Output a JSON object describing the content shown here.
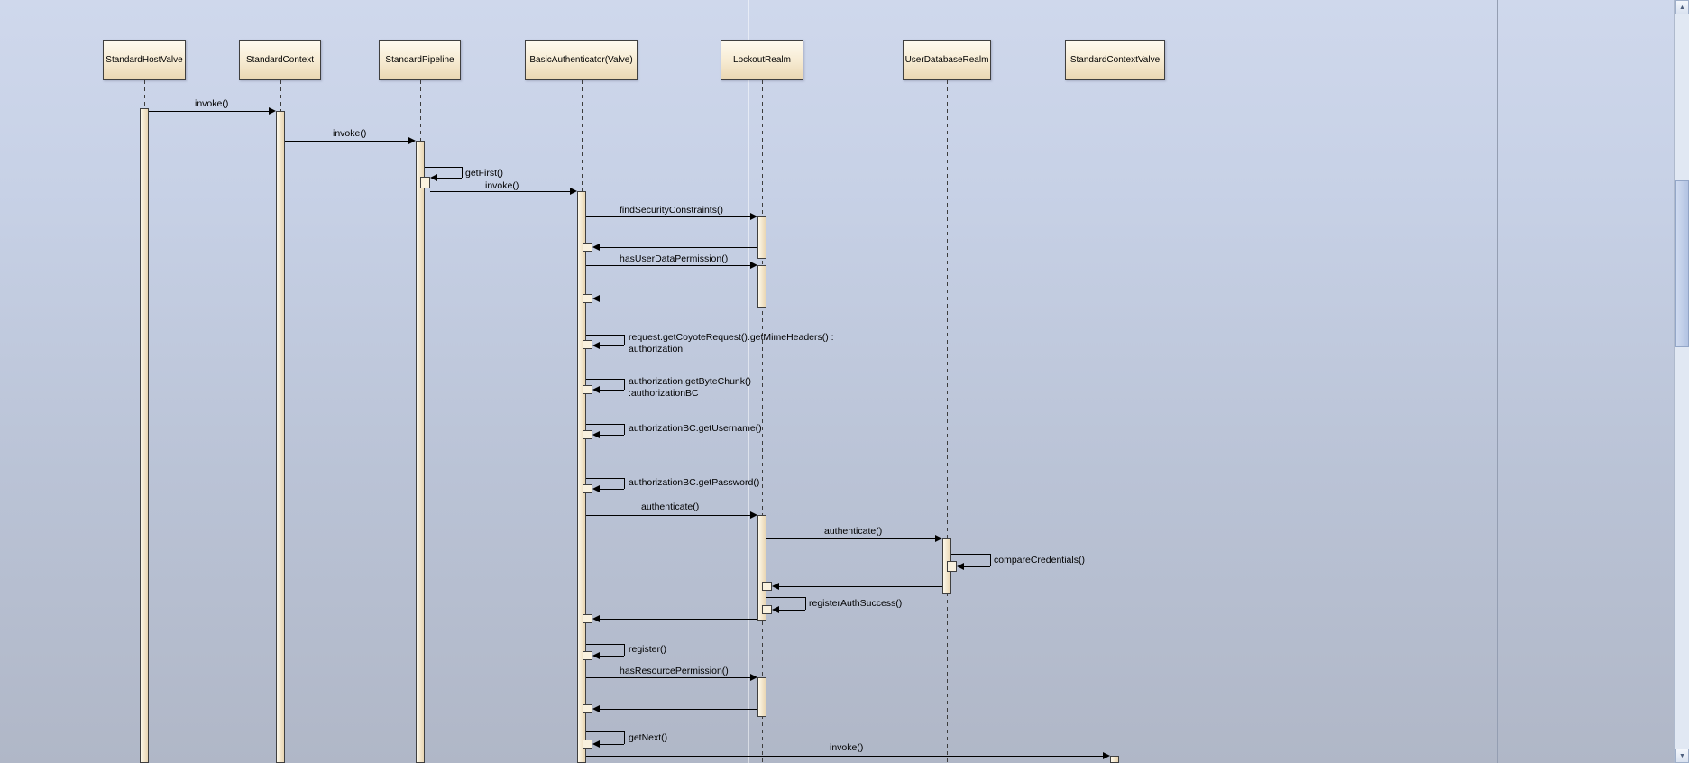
{
  "diagram": {
    "type": "uml-sequence",
    "lifelines": [
      {
        "label": "StandardHostValve"
      },
      {
        "label": "StandardContext"
      },
      {
        "label": "StandardPipeline"
      },
      {
        "label": "BasicAuthenticator(Valve)"
      },
      {
        "label": "LockoutRealm"
      },
      {
        "label": "UserDatabaseRealm"
      },
      {
        "label": "StandardContextValve"
      }
    ],
    "messages": [
      {
        "label": "invoke()",
        "from": "StandardHostValve",
        "to": "StandardContext",
        "kind": "call"
      },
      {
        "label": "invoke()",
        "from": "StandardContext",
        "to": "StandardPipeline",
        "kind": "call"
      },
      {
        "label": "getFirst()",
        "from": "StandardPipeline",
        "to": "StandardPipeline",
        "kind": "self"
      },
      {
        "label": "invoke()",
        "from": "StandardPipeline",
        "to": "BasicAuthenticator(Valve)",
        "kind": "call"
      },
      {
        "label": "findSecurityConstraints()",
        "from": "BasicAuthenticator(Valve)",
        "to": "LockoutRealm",
        "kind": "call"
      },
      {
        "label": "",
        "from": "LockoutRealm",
        "to": "BasicAuthenticator(Valve)",
        "kind": "return"
      },
      {
        "label": "hasUserDataPermission()",
        "from": "BasicAuthenticator(Valve)",
        "to": "LockoutRealm",
        "kind": "call"
      },
      {
        "label": "",
        "from": "LockoutRealm",
        "to": "BasicAuthenticator(Valve)",
        "kind": "return"
      },
      {
        "label": "request.getCoyoteRequest().getMimeHeaders() :",
        "label2": "authorization",
        "from": "BasicAuthenticator(Valve)",
        "to": "BasicAuthenticator(Valve)",
        "kind": "self"
      },
      {
        "label": "authorization.getByteChunk()",
        "label2": ":authorizationBC",
        "from": "BasicAuthenticator(Valve)",
        "to": "BasicAuthenticator(Valve)",
        "kind": "self"
      },
      {
        "label": "authorizationBC.getUsername()",
        "from": "BasicAuthenticator(Valve)",
        "to": "BasicAuthenticator(Valve)",
        "kind": "self"
      },
      {
        "label": "authorizationBC.getPassword()",
        "from": "BasicAuthenticator(Valve)",
        "to": "BasicAuthenticator(Valve)",
        "kind": "self"
      },
      {
        "label": "authenticate()",
        "from": "BasicAuthenticator(Valve)",
        "to": "LockoutRealm",
        "kind": "call"
      },
      {
        "label": "authenticate()",
        "from": "LockoutRealm",
        "to": "UserDatabaseRealm",
        "kind": "call"
      },
      {
        "label": "compareCredentials()",
        "from": "UserDatabaseRealm",
        "to": "UserDatabaseRealm",
        "kind": "self"
      },
      {
        "label": "",
        "from": "UserDatabaseRealm",
        "to": "LockoutRealm",
        "kind": "return"
      },
      {
        "label": "registerAuthSuccess()",
        "from": "LockoutRealm",
        "to": "LockoutRealm",
        "kind": "self"
      },
      {
        "label": "",
        "from": "LockoutRealm",
        "to": "BasicAuthenticator(Valve)",
        "kind": "return"
      },
      {
        "label": "register()",
        "from": "BasicAuthenticator(Valve)",
        "to": "BasicAuthenticator(Valve)",
        "kind": "self"
      },
      {
        "label": "hasResourcePermission()",
        "from": "BasicAuthenticator(Valve)",
        "to": "LockoutRealm",
        "kind": "call"
      },
      {
        "label": "",
        "from": "LockoutRealm",
        "to": "BasicAuthenticator(Valve)",
        "kind": "return"
      },
      {
        "label": "getNext()",
        "from": "BasicAuthenticator(Valve)",
        "to": "BasicAuthenticator(Valve)",
        "kind": "self"
      },
      {
        "label": "invoke()",
        "from": "BasicAuthenticator(Valve)",
        "to": "StandardContextValve",
        "kind": "call"
      }
    ],
    "colors": {
      "actor_fill_top": "#fefaf0",
      "actor_fill_bottom": "#ead7b2",
      "background_top": "#cfd8ec",
      "background_bottom": "#b0b7c7",
      "line": "#000000"
    }
  },
  "scrollbar": {
    "up_arrow": "▲",
    "down_arrow": "▼"
  }
}
